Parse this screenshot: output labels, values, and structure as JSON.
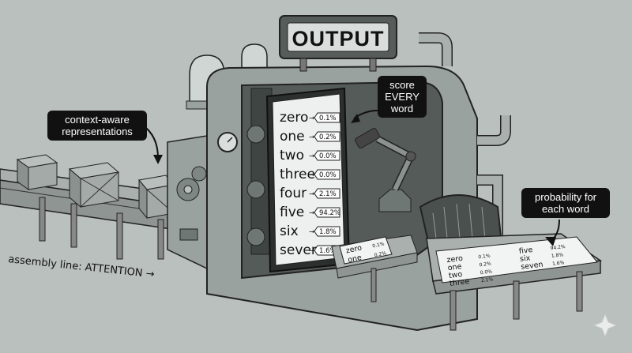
{
  "sign": {
    "label": "OUTPUT"
  },
  "callouts": {
    "context": "context-aware representations",
    "score": "score EVERY word",
    "probability": "probability for each word"
  },
  "assembly_label": "assembly line: ATTENTION →",
  "board": {
    "words": [
      {
        "word": "zero",
        "pct": "0.1%"
      },
      {
        "word": "one",
        "pct": "0.2%"
      },
      {
        "word": "two",
        "pct": "0.0%"
      },
      {
        "word": "three",
        "pct": "0.0%"
      },
      {
        "word": "four",
        "pct": "2.1%"
      },
      {
        "word": "five",
        "pct": "94.2%"
      },
      {
        "word": "six",
        "pct": "1.8%"
      },
      {
        "word": "seven",
        "pct": "1.6%"
      }
    ]
  },
  "printout_small": {
    "words": [
      {
        "word": "zero",
        "pct": "0.1%"
      },
      {
        "word": "one",
        "pct": "0.2%"
      }
    ]
  },
  "printout_right": {
    "words": [
      {
        "word": "zero",
        "pct": "0.1%"
      },
      {
        "word": "one",
        "pct": "0.2%"
      },
      {
        "word": "two",
        "pct": "0.0%"
      },
      {
        "word": "three",
        "pct": "2.1%"
      },
      {
        "word": "five",
        "pct": "94.2%"
      },
      {
        "word": "six",
        "pct": "1.8%"
      },
      {
        "word": "seven",
        "pct": "1.6%"
      }
    ]
  },
  "colors": {
    "background": "#b9c0bd",
    "metal": "#9aa29f",
    "ink": "#111111"
  }
}
